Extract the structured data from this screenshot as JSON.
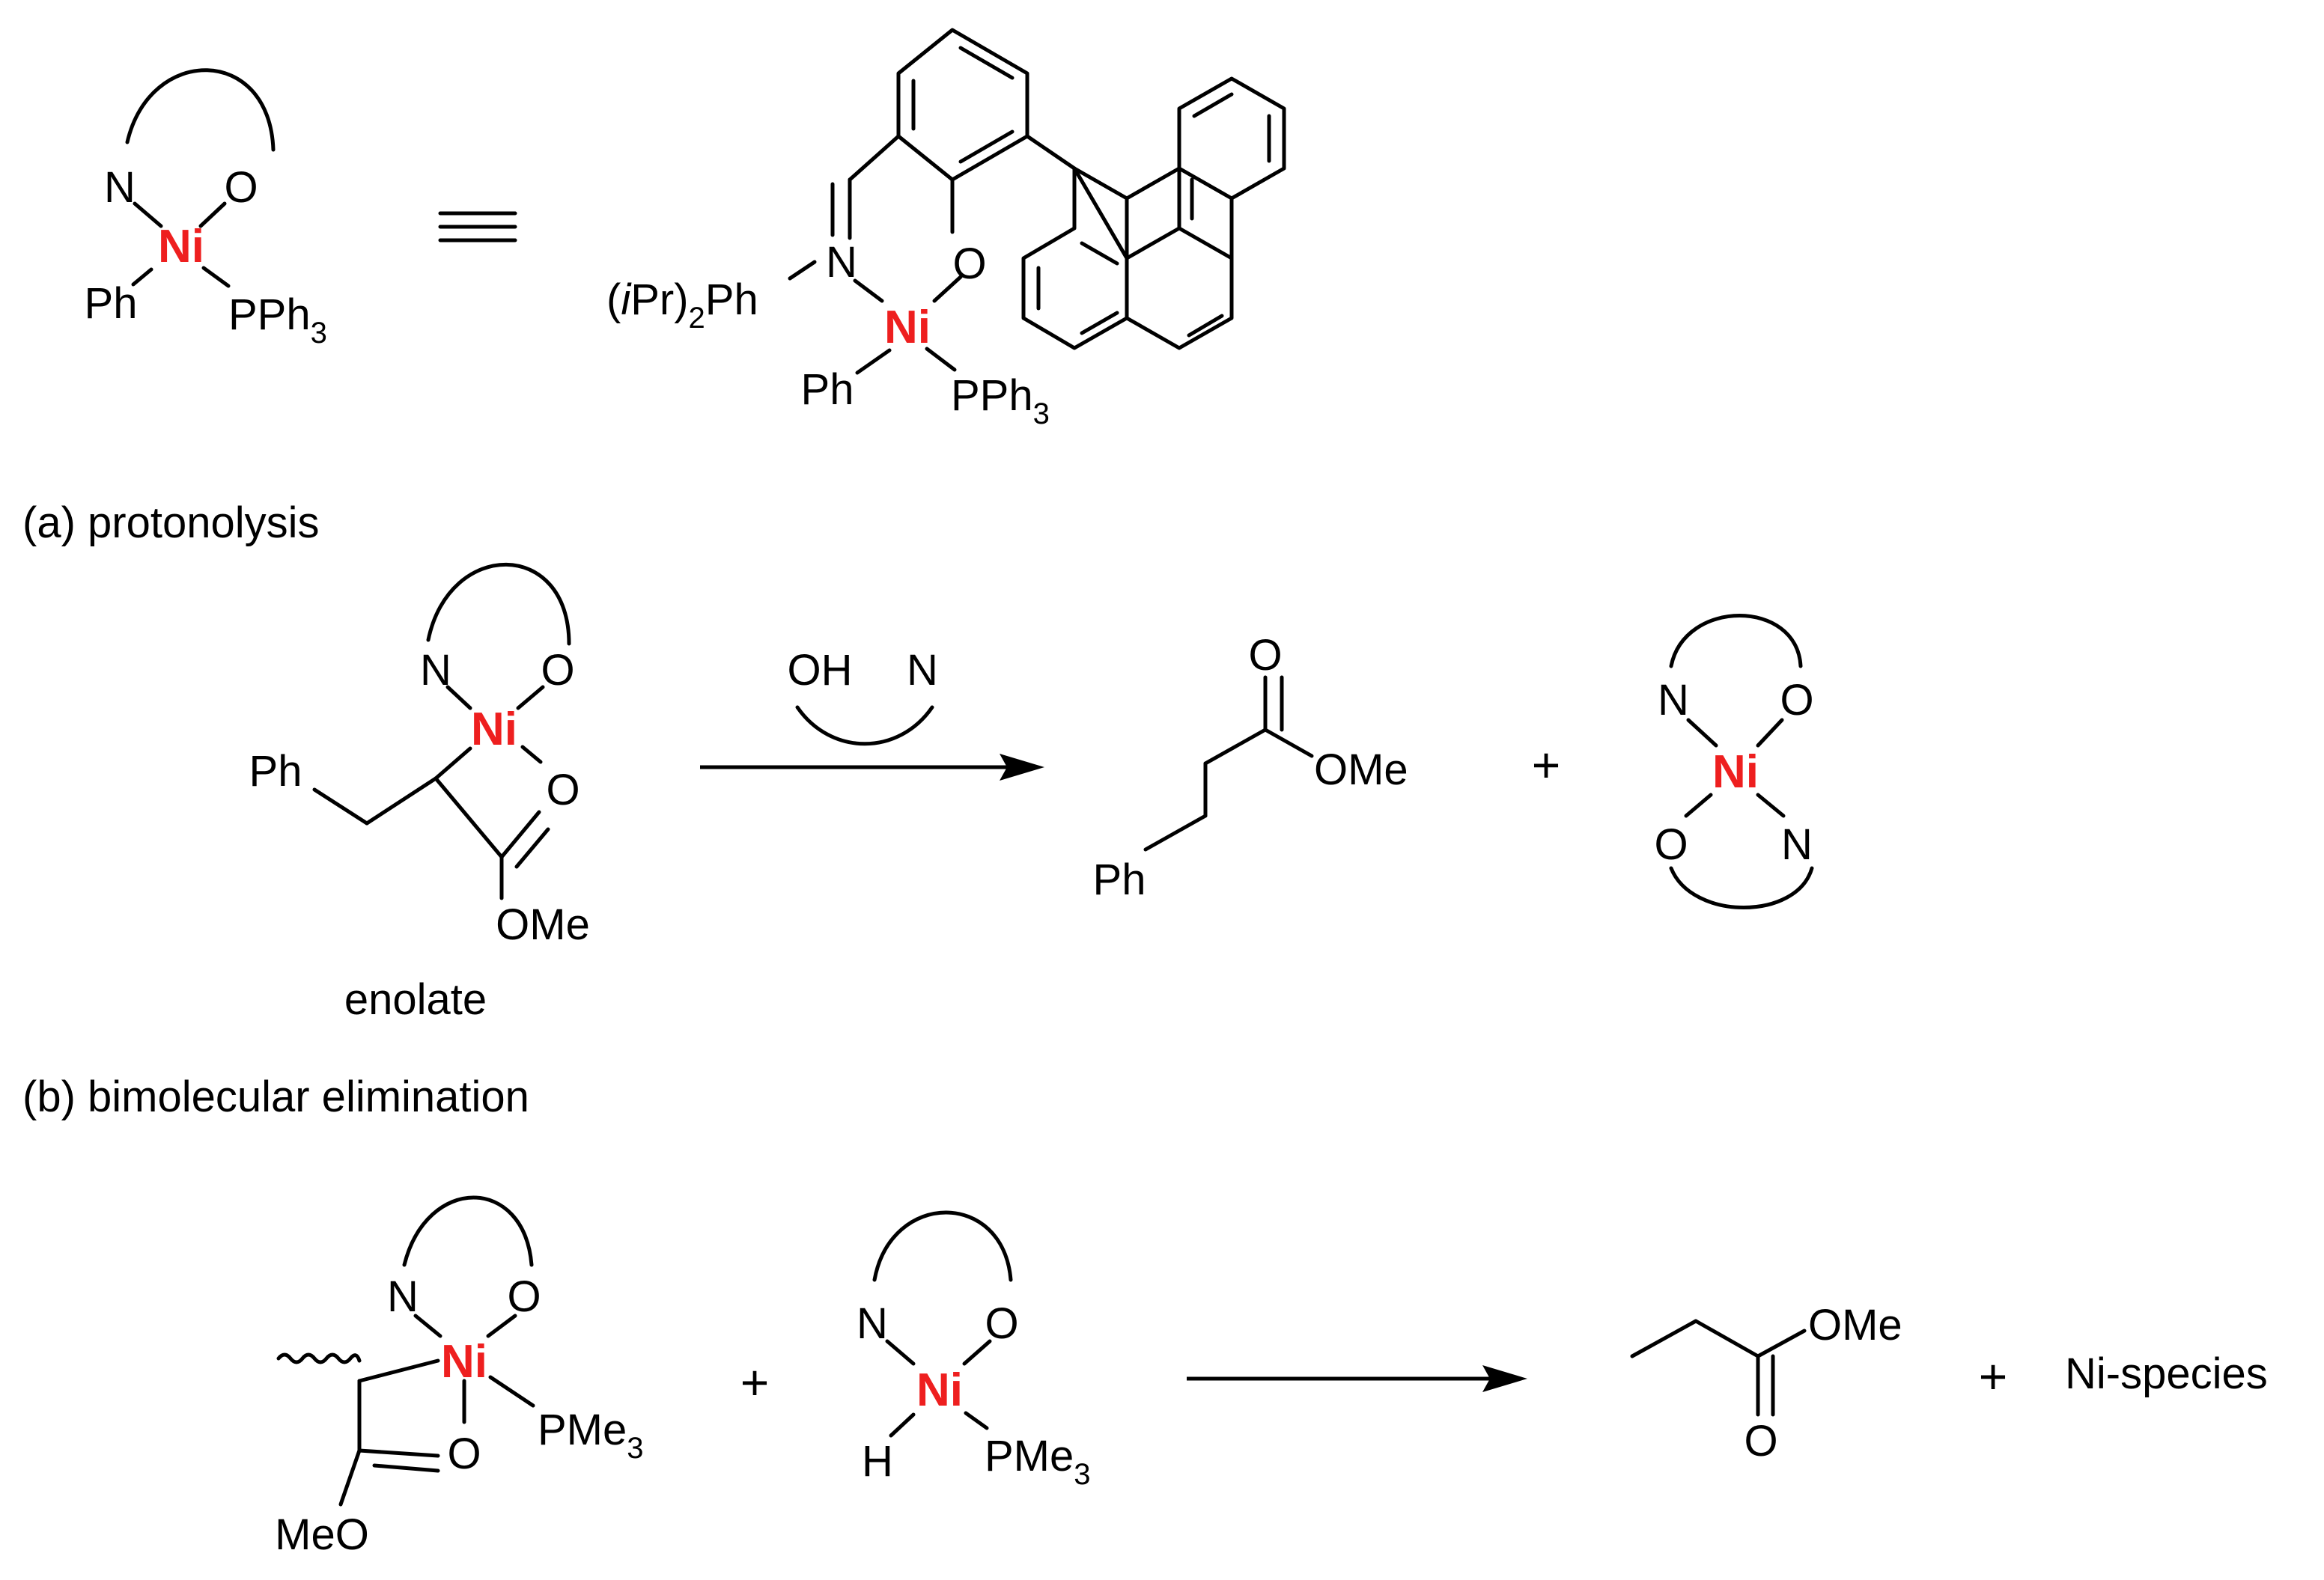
{
  "colors": {
    "nickel": "#ee1f1f",
    "ink": "#000000",
    "background": "#ffffff"
  },
  "atoms": {
    "N": "N",
    "O": "O",
    "Ni": "Ni",
    "H": "H",
    "OH": "OH",
    "Ph": "Ph",
    "PPh3_base": "PPh",
    "PMe3_base": "PMe",
    "sub3": "3",
    "OMe": "OMe",
    "MeO": "MeO",
    "ipr_open": "(",
    "ipr_i": "i",
    "ipr_mid": "Pr)",
    "ipr_sub": "2",
    "ipr_ph": "Ph"
  },
  "equivalence_symbol": "≡",
  "section_a": {
    "heading": "(a) protonolysis",
    "enolate_caption": "enolate"
  },
  "section_b": {
    "heading": "(b) bimolecular elimination",
    "ni_species": "Ni-species"
  },
  "plus": "+"
}
